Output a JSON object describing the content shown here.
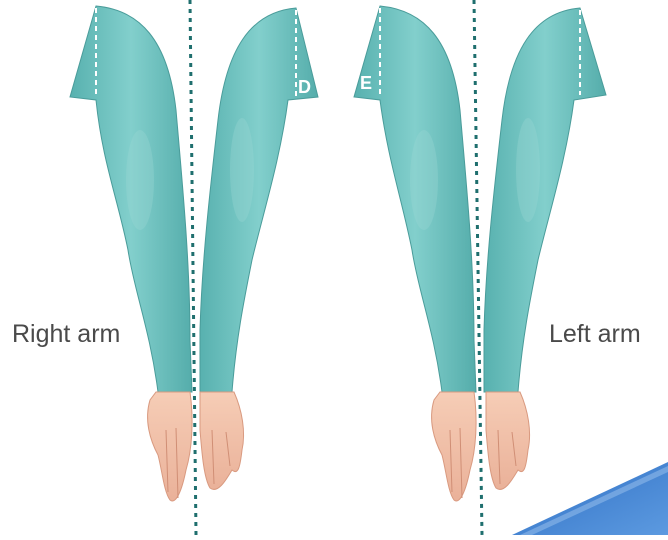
{
  "labels": {
    "right_arm": "Right arm",
    "left_arm": "Left arm",
    "marker_d": "D",
    "marker_e": "E"
  },
  "colors": {
    "sleeve": "#6cc3c1",
    "sleeve_dark": "#4fa9a7",
    "sleeve_light": "#9ad8d5",
    "skin": "#f2c1a8",
    "skin_shadow": "#e2a28a",
    "fold_line": "#ffffff",
    "center_line": "#1f6f6e",
    "caption": "#4a4a4a",
    "corner_shape": "#3b7fd0"
  },
  "icons": [
    "sleeve-shape",
    "hand-shape",
    "center-dotted-line",
    "corner-decoration"
  ]
}
